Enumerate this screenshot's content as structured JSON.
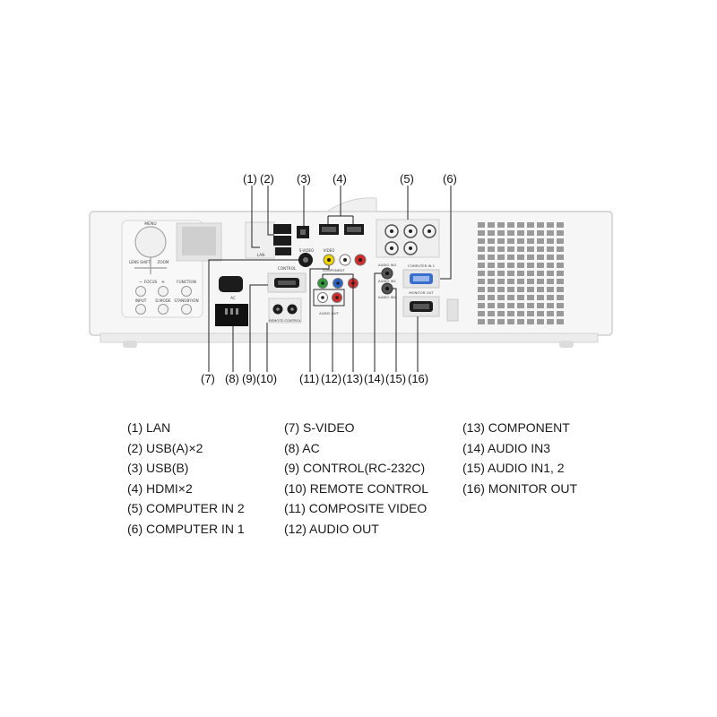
{
  "panel_labels": {
    "menu": "MENU",
    "lens_shift": "LENS SHIFT",
    "zoom": "ZOOM",
    "focus": "FOCUS",
    "focus_minus": "−",
    "focus_plus": "+",
    "function": "FUNCTION",
    "input": "INPUT",
    "d_mode": "D.MODE",
    "standby_on": "STANDBY/ON",
    "lan": "LAN",
    "control": "CONTROL",
    "ac": "AC",
    "remote_control": "REMOTE CONTROL",
    "s_video": "S-VIDEO",
    "video": "VIDEO",
    "audio_in3": "AUDIO IN3",
    "audio_in1": "AUDIO IN1",
    "audio_in2": "AUDIO IN2",
    "computer_in1": "COMPUTER IN 1",
    "monitor_out": "MONITOR OUT",
    "component": "COMPONENT",
    "audio_out": "AUDIO OUT"
  },
  "callouts": {
    "c1": "(1)",
    "c2": "(2)",
    "c3": "(3)",
    "c4": "(4)",
    "c5": "(5)",
    "c6": "(6)",
    "c7": "(7)",
    "c8": "(8)",
    "c9": "(9)",
    "c10": "(10)",
    "c11": "(11)",
    "c12": "(12)",
    "c13": "(13)",
    "c14": "(14)",
    "c15": "(15)",
    "c16": "(16)"
  },
  "legend": {
    "col1": [
      "(1) LAN",
      "(2) USB(A)×2",
      "(3) USB(B)",
      "(4) HDMI×2",
      "(5) COMPUTER IN 2",
      "(6) COMPUTER IN 1"
    ],
    "col2": [
      "(7) S-VIDEO",
      "(8) AC",
      "(9) CONTROL(RC-232C)",
      "(10) REMOTE CONTROL",
      "(11) COMPOSITE VIDEO",
      "(12) AUDIO OUT"
    ],
    "col3": [
      "(13) COMPONENT",
      "(14) AUDIO IN3",
      "(15) AUDIO IN1, 2",
      "(16) MONITOR OUT"
    ]
  }
}
